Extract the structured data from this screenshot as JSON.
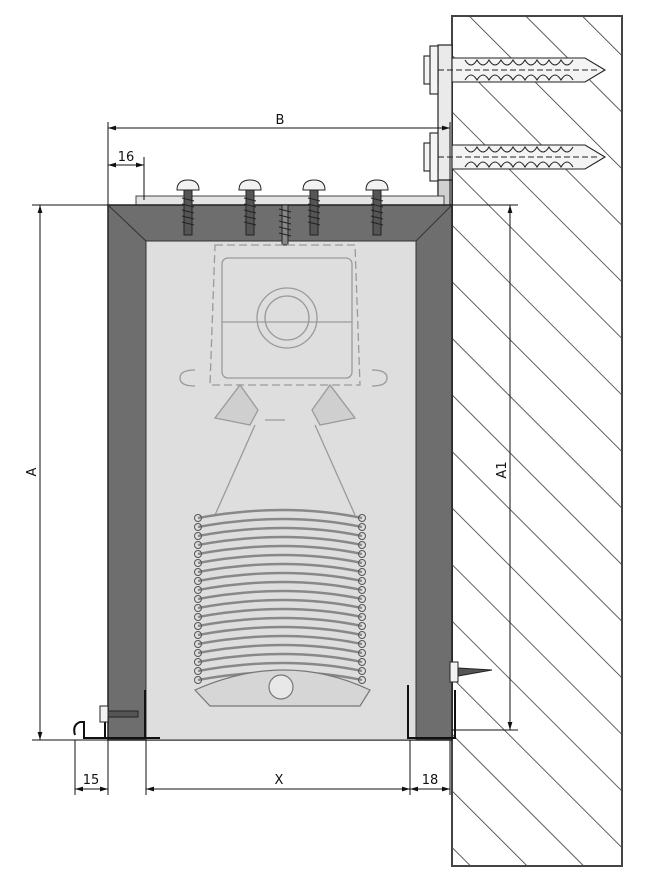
{
  "dimensions": {
    "A": "A",
    "A1": "A1",
    "B": "B",
    "X": "X",
    "left_offset_top": "16",
    "left_gap_bottom": "15",
    "right_gap_bottom": "18"
  },
  "colors": {
    "wall_fill": "#ffffff",
    "hatch": "#3a3a3a",
    "box_frame": "#6e6e6e",
    "box_interior": "#dedede",
    "line": "#111111",
    "component": "#9a9a9a"
  },
  "icons": {
    "anchor_bolt": "anchor-bolt-icon",
    "screw": "screw-icon",
    "spring": "spring-coil-icon",
    "motor": "motor-head-icon"
  }
}
